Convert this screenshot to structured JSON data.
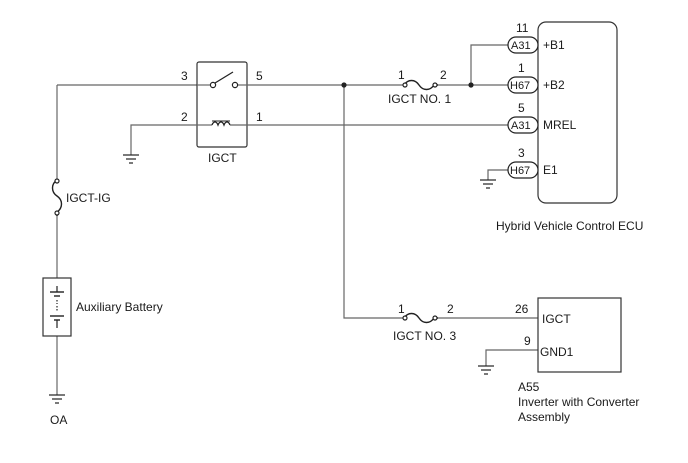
{
  "relay": {
    "name": "IGCT",
    "pin_in": "3",
    "pin_out": "5",
    "pin_coil_gnd": "2",
    "pin_coil_ecu": "1"
  },
  "fuses": {
    "igct_ig": "IGCT-IG",
    "igct_no1": {
      "label": "IGCT NO. 1",
      "pin_a": "1",
      "pin_b": "2"
    },
    "igct_no3": {
      "label": "IGCT NO. 3",
      "pin_a": "1",
      "pin_b": "2"
    }
  },
  "battery": {
    "label": "Auxiliary Battery"
  },
  "ground_oa": "OA",
  "ecu": {
    "name": "Hybrid Vehicle Control ECU",
    "pins": [
      {
        "num": "11",
        "conn": "A31",
        "name": "+B1"
      },
      {
        "num": "1",
        "conn": "H67",
        "name": "+B2"
      },
      {
        "num": "5",
        "conn": "A31",
        "name": "MREL"
      },
      {
        "num": "3",
        "conn": "H67",
        "name": "E1"
      }
    ]
  },
  "inverter": {
    "code": "A55",
    "name_line1": "Inverter with Converter",
    "name_line2": "Assembly",
    "pins": [
      {
        "num": "26",
        "name": "IGCT"
      },
      {
        "num": "9",
        "name": "GND1"
      }
    ]
  }
}
